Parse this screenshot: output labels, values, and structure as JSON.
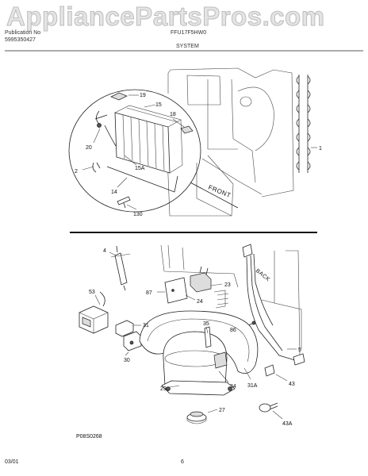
{
  "watermark": "AppliancePartsPros.com",
  "header": {
    "left_line1": "Publication No",
    "left_line2": "5995350427",
    "center_line1": "FFU17F5HW0",
    "center_line2": "SYSTEM"
  },
  "diagram": {
    "callouts": [
      "19",
      "15",
      "18",
      "20",
      "2",
      "15A",
      "14",
      "130",
      "1",
      "4",
      "53",
      "87",
      "24",
      "23",
      "31",
      "30",
      "35",
      "86",
      "5",
      "29",
      "34",
      "31A",
      "43",
      "43A",
      "27"
    ],
    "labels": {
      "front": "FRONT",
      "back": "BACK"
    },
    "figure_id": "P08S0268"
  },
  "footer": {
    "date": "03/01",
    "page": "6"
  }
}
